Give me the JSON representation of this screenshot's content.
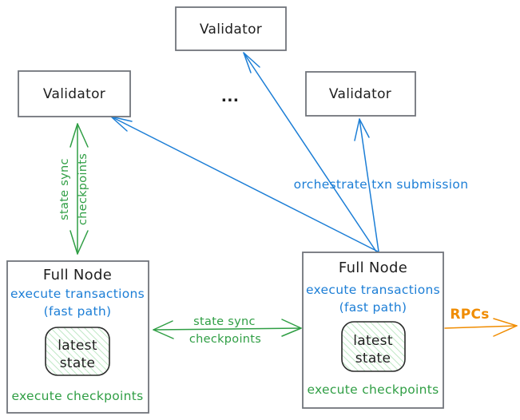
{
  "nodes": {
    "validator_top": {
      "label": "Validator"
    },
    "validator_left": {
      "label": "Validator"
    },
    "validator_right": {
      "label": "Validator"
    },
    "validators_ellipsis": "...",
    "full_node_left": {
      "title": "Full Node",
      "execute_transactions": "execute transactions",
      "fast_path": "(fast path)",
      "latest_state_line1": "latest",
      "latest_state_line2": "state",
      "execute_checkpoints": "execute checkpoints"
    },
    "full_node_right": {
      "title": "Full Node",
      "execute_transactions": "execute transactions",
      "fast_path": "(fast path)",
      "latest_state_line1": "latest",
      "latest_state_line2": "state",
      "execute_checkpoints": "execute checkpoints"
    }
  },
  "edges": {
    "state_sync_vertical": {
      "label_line1": "state sync",
      "label_line2": "checkpoints"
    },
    "state_sync_horizontal": {
      "label_line1": "state sync",
      "label_line2": "checkpoints"
    },
    "orchestrate_txn": {
      "label": "orchestrate txn submission"
    },
    "rpcs": {
      "label": "RPCs"
    }
  },
  "colors": {
    "ink": "#1e1e1e",
    "blue": "#1c7ed6",
    "green": "#2f9e44",
    "orange": "#f08c00",
    "box_border": "#71757b",
    "state_hatch": "#bfe8c5",
    "background": "#ffffff"
  }
}
